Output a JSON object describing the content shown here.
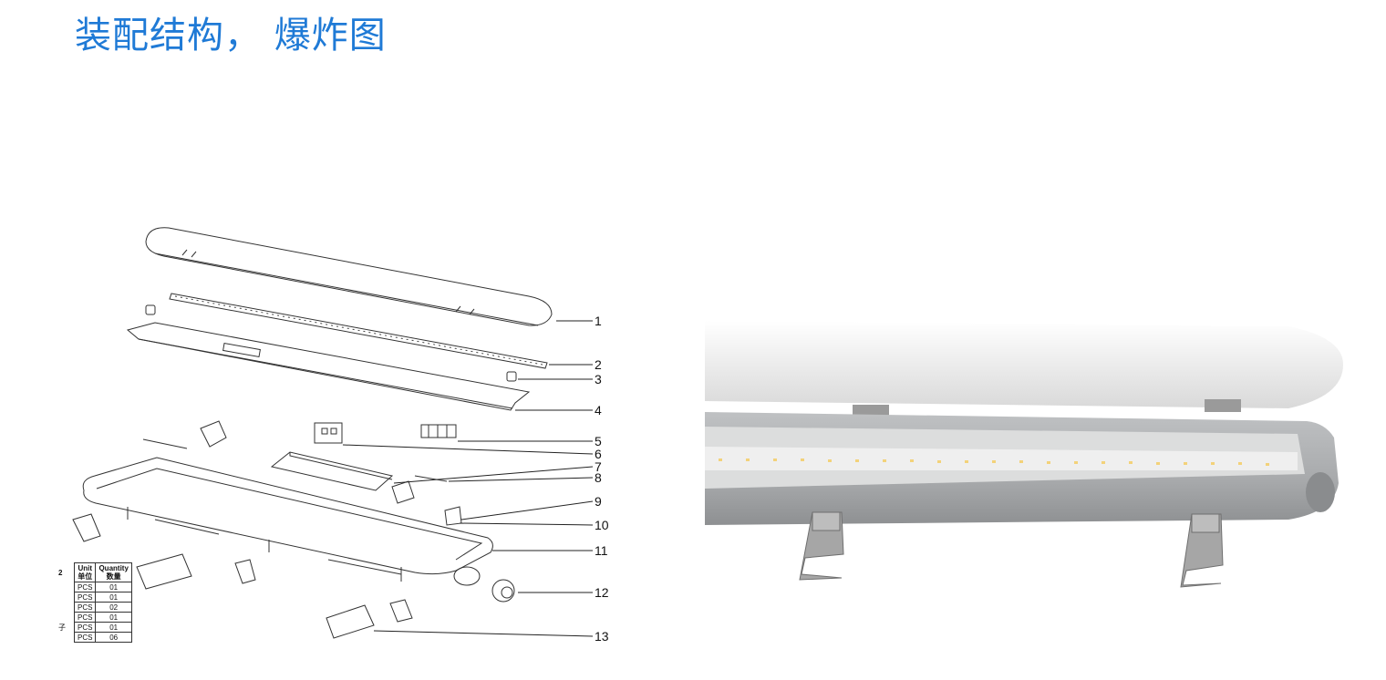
{
  "title": "装配结构， 爆炸图",
  "diagram": {
    "callouts": [
      "1",
      "2",
      "3",
      "4",
      "5",
      "6",
      "7",
      "8",
      "9",
      "10",
      "11",
      "12",
      "13"
    ]
  },
  "bom_table": {
    "headers": [
      {
        "first": "2",
        "unit": "Unit",
        "unit_cn": "单位",
        "qty": "Quantity",
        "qty_cn": "数量"
      }
    ],
    "rows": [
      {
        "first": "",
        "unit": "PCS",
        "qty": "01"
      },
      {
        "first": "",
        "unit": "PCS",
        "qty": "01"
      },
      {
        "first": "",
        "unit": "PCS",
        "qty": "02"
      },
      {
        "first": "",
        "unit": "PCS",
        "qty": "01"
      },
      {
        "first": "子",
        "unit": "PCS",
        "qty": "01"
      },
      {
        "first": "",
        "unit": "PCS",
        "qty": "06"
      }
    ]
  },
  "colors": {
    "title": "#1f7ad6",
    "diffuser": "#f1f1f1",
    "housing": "#b4b6b8",
    "led_chip": "#f3d27a"
  }
}
